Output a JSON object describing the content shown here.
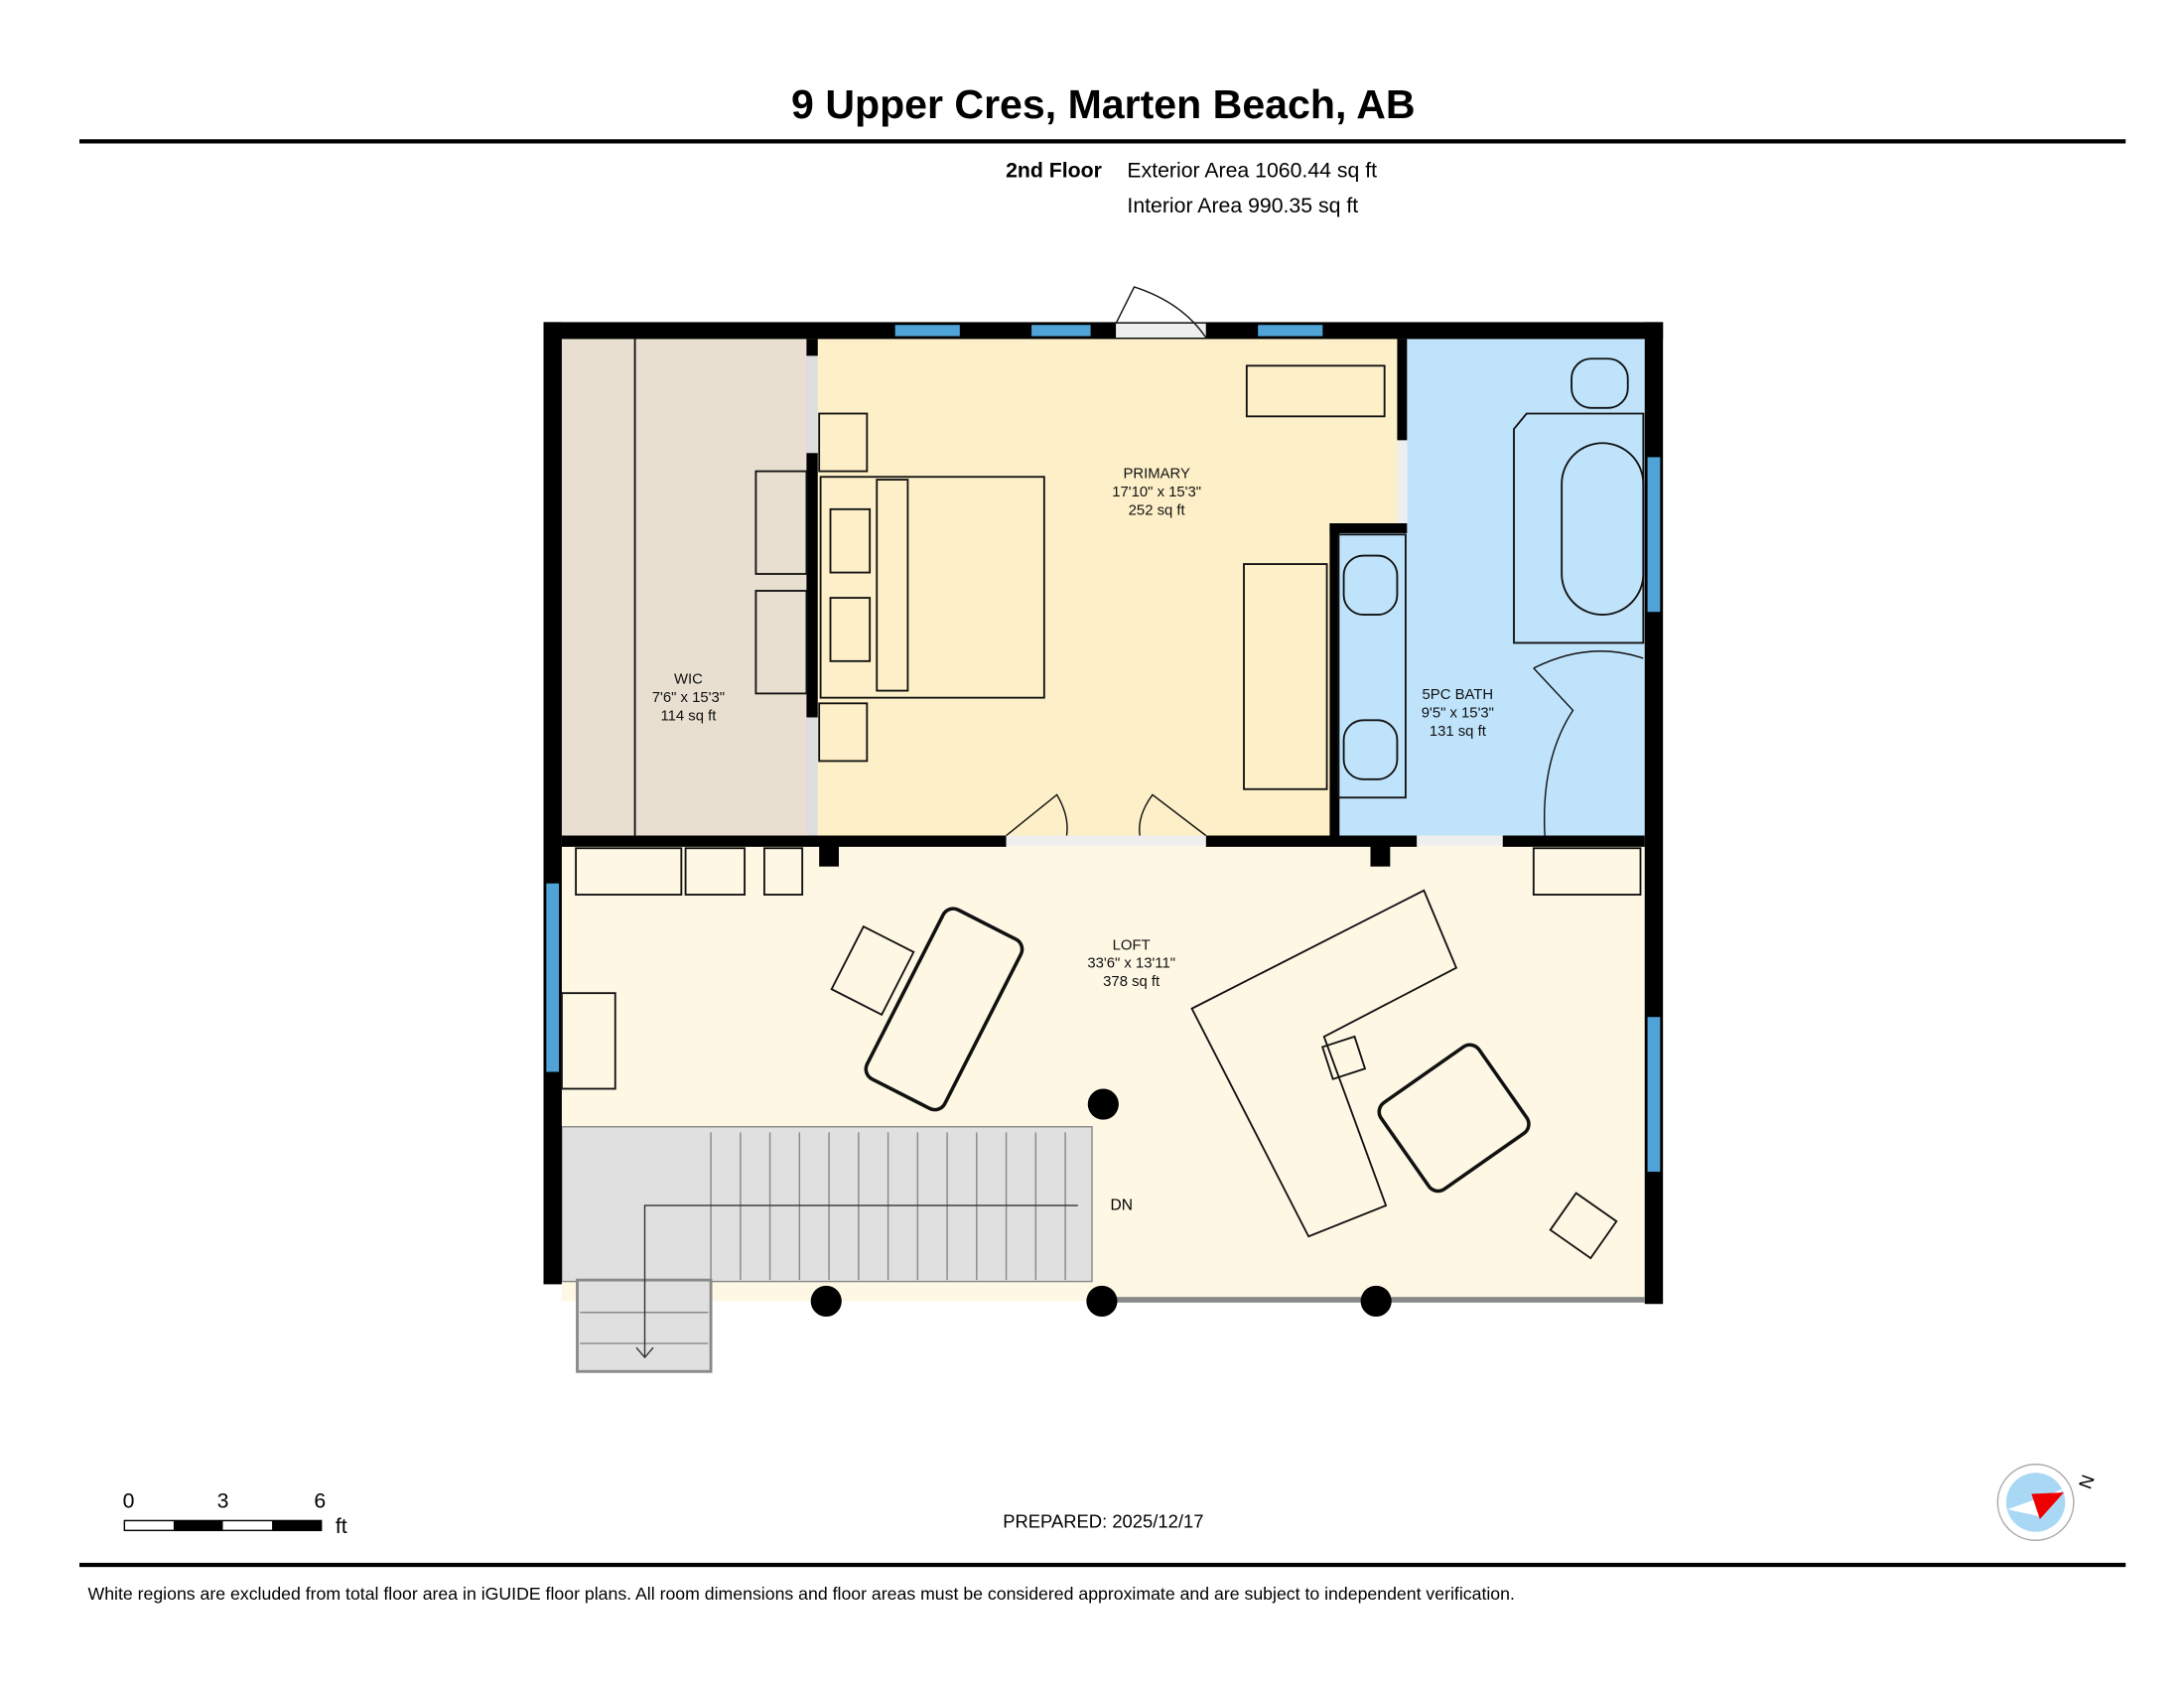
{
  "header": {
    "title": "9 Upper Cres, Marten Beach, AB",
    "floor_name": "2nd Floor",
    "exterior_area": "Exterior Area 1060.44 sq ft",
    "interior_area": "Interior Area 990.35 sq ft"
  },
  "rooms": [
    {
      "name": "WIC",
      "dims": "7'6\" x 15'3\"",
      "area": "114 sq ft",
      "color": "#e8dfd0"
    },
    {
      "name": "PRIMARY",
      "dims": "17'10\" x 15'3\"",
      "area": "252 sq ft",
      "color": "#fdf0c8"
    },
    {
      "name": "5PC BATH",
      "dims": "9'5\" x 15'3\"",
      "area": "131 sq ft",
      "color": "#bfe3fb"
    },
    {
      "name": "LOFT",
      "dims": "33'6\" x 13'11\"",
      "area": "378 sq ft",
      "color": "#fdf7e3"
    }
  ],
  "stairs_label": "DN",
  "scale": {
    "ticks": [
      "0",
      "3",
      "6"
    ],
    "unit": "ft"
  },
  "prepared": "PREPARED: 2025/12/17",
  "compass": {
    "label": "N",
    "icon": "compass-north-icon"
  },
  "footer": "White regions are excluded from total floor area in iGUIDE floor plans. All room dimensions and floor areas must be considered approximate and are subject to independent verification.",
  "colors": {
    "wall": "#000000",
    "window": "#4fa3d6",
    "stairs": "#e0e0e0"
  }
}
